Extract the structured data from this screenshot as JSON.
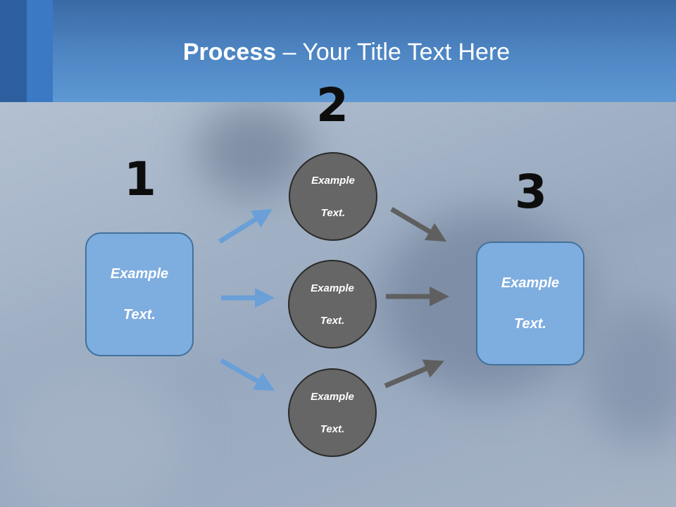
{
  "title": {
    "bold": "Process",
    "rest": " – Your Title Text Here"
  },
  "steps": {
    "step1": "1",
    "step2": "2",
    "step3": "3"
  },
  "boxes": {
    "left_line1": "Example",
    "left_line2": "Text.",
    "right_line1": "Example",
    "right_line2": "Text."
  },
  "circles": [
    {
      "line1": "Example",
      "line2": "Text."
    },
    {
      "line1": "Example",
      "line2": "Text."
    },
    {
      "line1": "Example",
      "line2": "Text."
    }
  ],
  "colors": {
    "header": "#4f87c4",
    "box_fill": "#7eaddf",
    "circle_fill": "#666666",
    "arrow_blue": "#6a9fd8",
    "arrow_gray": "#5f5f5f"
  }
}
